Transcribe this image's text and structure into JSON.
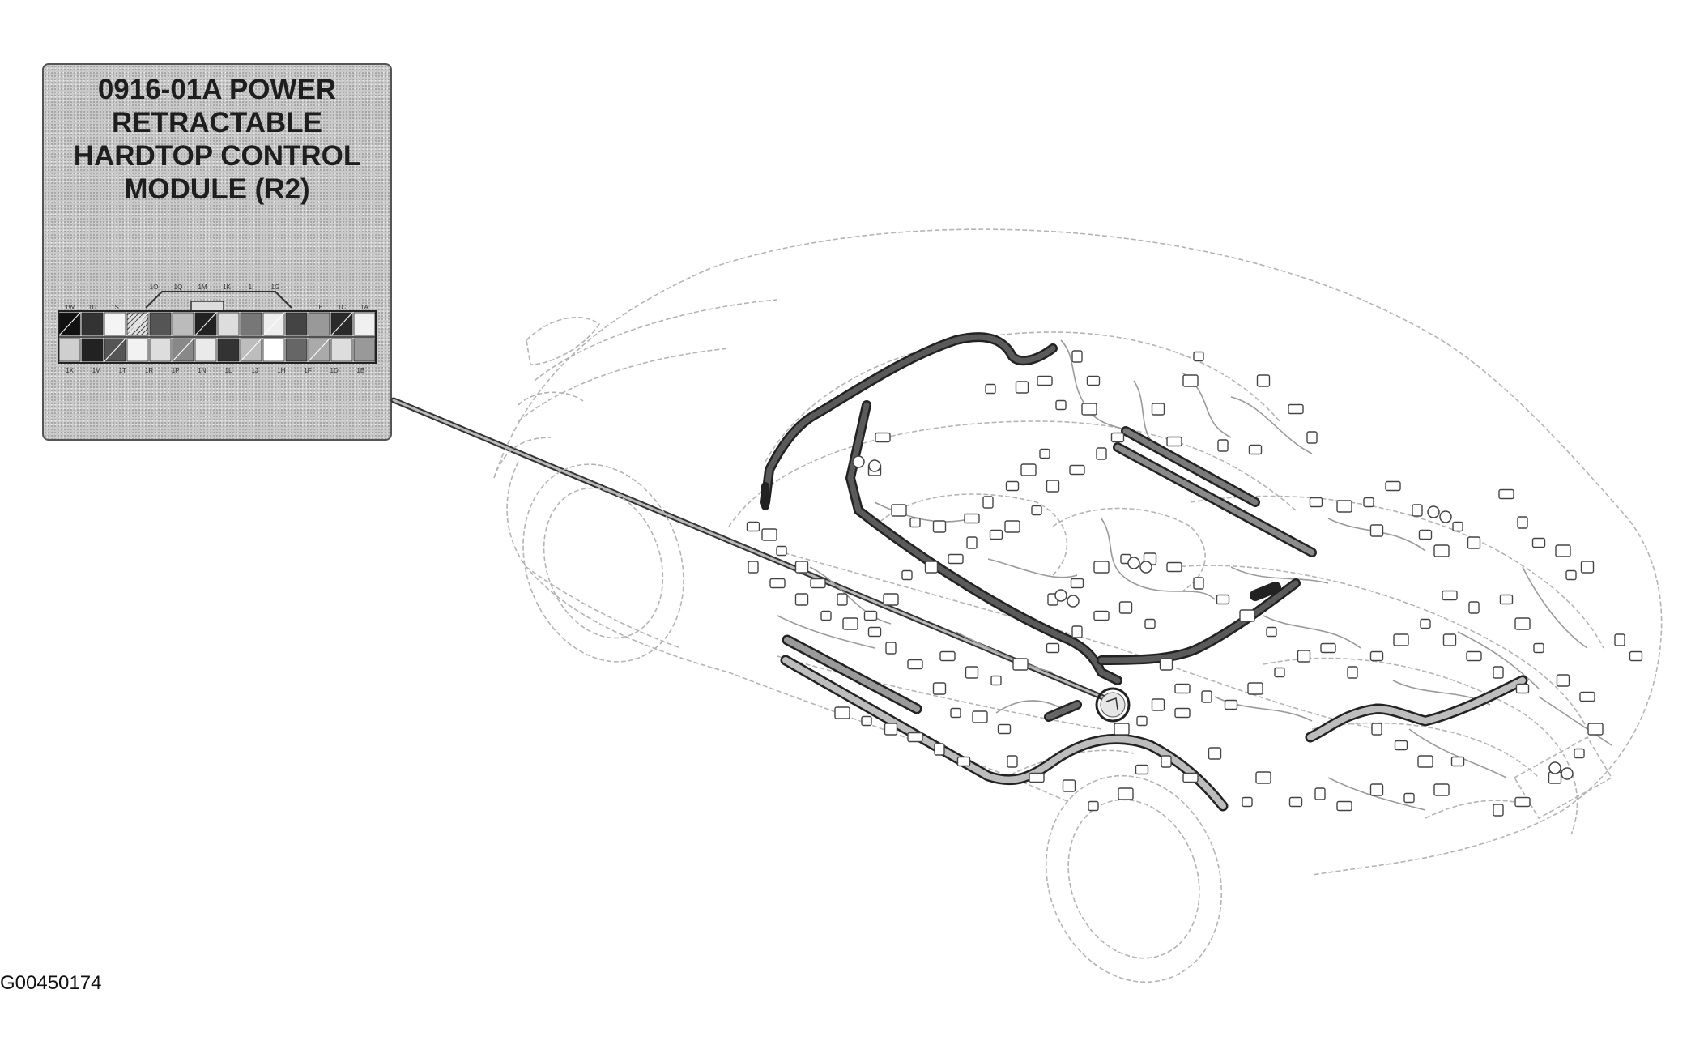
{
  "callout": {
    "title": "0916-01A POWER\nRETRACTABLE\nHARDTOP CONTROL\nMODULE (R2)"
  },
  "connector": {
    "top_pins": [
      "1W",
      "1U",
      "1S",
      "",
      "",
      "",
      "",
      "",
      "",
      "",
      "",
      "1E",
      "1C",
      "1A"
    ],
    "upper_pins": [
      "1O",
      "1Q",
      "1M",
      "1K",
      "1I",
      "1G"
    ],
    "bottom_pins": [
      "1X",
      "1V",
      "1T",
      "1R",
      "1P",
      "1N",
      "1L",
      "1J",
      "1H",
      "1F",
      "1D",
      "1B"
    ]
  },
  "figure_id": "G00450174",
  "colors": {
    "harness": "#555555",
    "harness_outline": "#222222",
    "car_outline": "#b4b4b4",
    "callout_bg": "#c8c8c8"
  }
}
